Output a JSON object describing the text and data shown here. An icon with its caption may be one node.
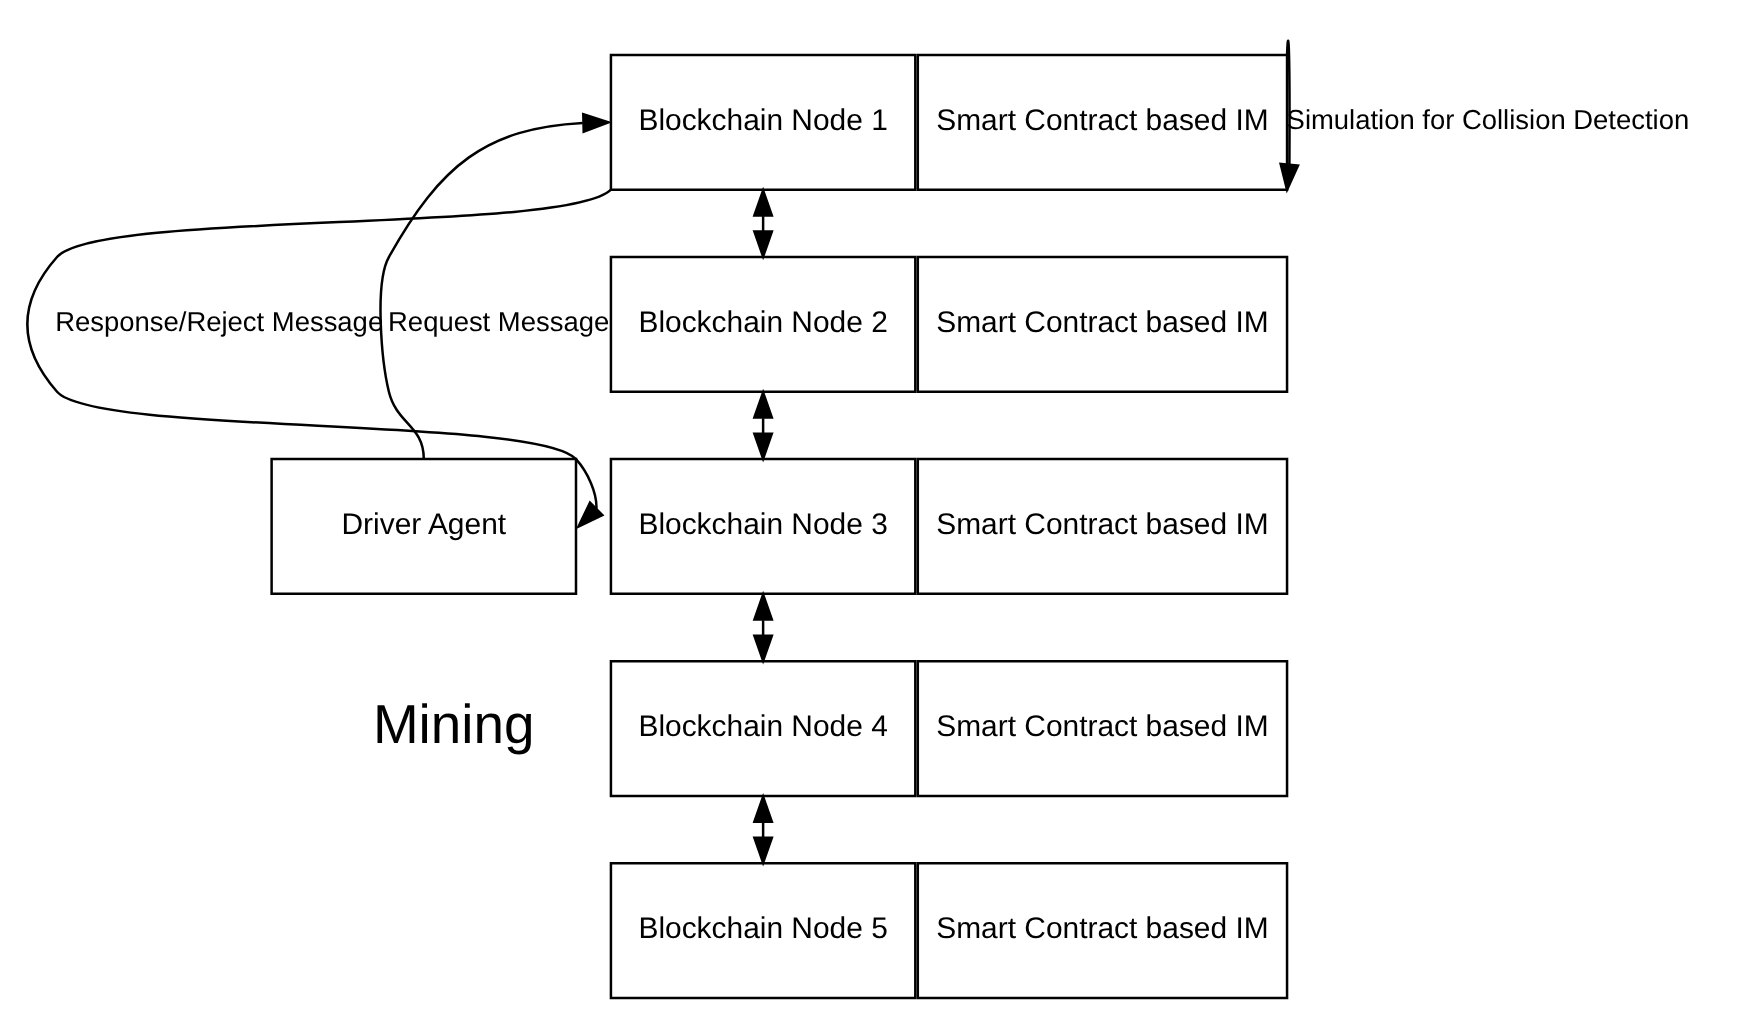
{
  "diagram": {
    "nodes": [
      {
        "text": [
          "Blockchain Node 1"
        ]
      },
      {
        "text": [
          "Smart Contract based IM"
        ]
      },
      {
        "text": [
          "Blockchain Node 2"
        ]
      },
      {
        "text": [
          "Smart Contract based IM"
        ]
      },
      {
        "text": [
          "Blockchain Node 3"
        ]
      },
      {
        "text": [
          "Smart Contract based IM"
        ]
      },
      {
        "text": [
          "Blockchain Node 4"
        ]
      },
      {
        "text": [
          "Smart Contract based IM"
        ]
      },
      {
        "text": [
          "Blockchain Node 5"
        ]
      },
      {
        "text": [
          "Smart Contract based IM"
        ]
      },
      {
        "text": [
          "Driver Agent"
        ]
      }
    ],
    "edges": [
      {
        "from": 10,
        "to": 0,
        "arrow": "to",
        "label": "Request Message"
      },
      {
        "from": 0,
        "to": 10,
        "arrow": "to",
        "label": "Response/Reject Message"
      },
      {
        "from": 1,
        "to": 1,
        "arrow": "to",
        "label": "Simulation for Collision Detection"
      },
      {
        "from": 0,
        "to": 2,
        "arrow": "both"
      },
      {
        "from": 2,
        "to": 4,
        "arrow": "both"
      },
      {
        "from": 4,
        "to": 6,
        "arrow": "both"
      },
      {
        "from": 6,
        "to": 8,
        "arrow": "both"
      }
    ],
    "labels": [
      "Mining"
    ]
  }
}
